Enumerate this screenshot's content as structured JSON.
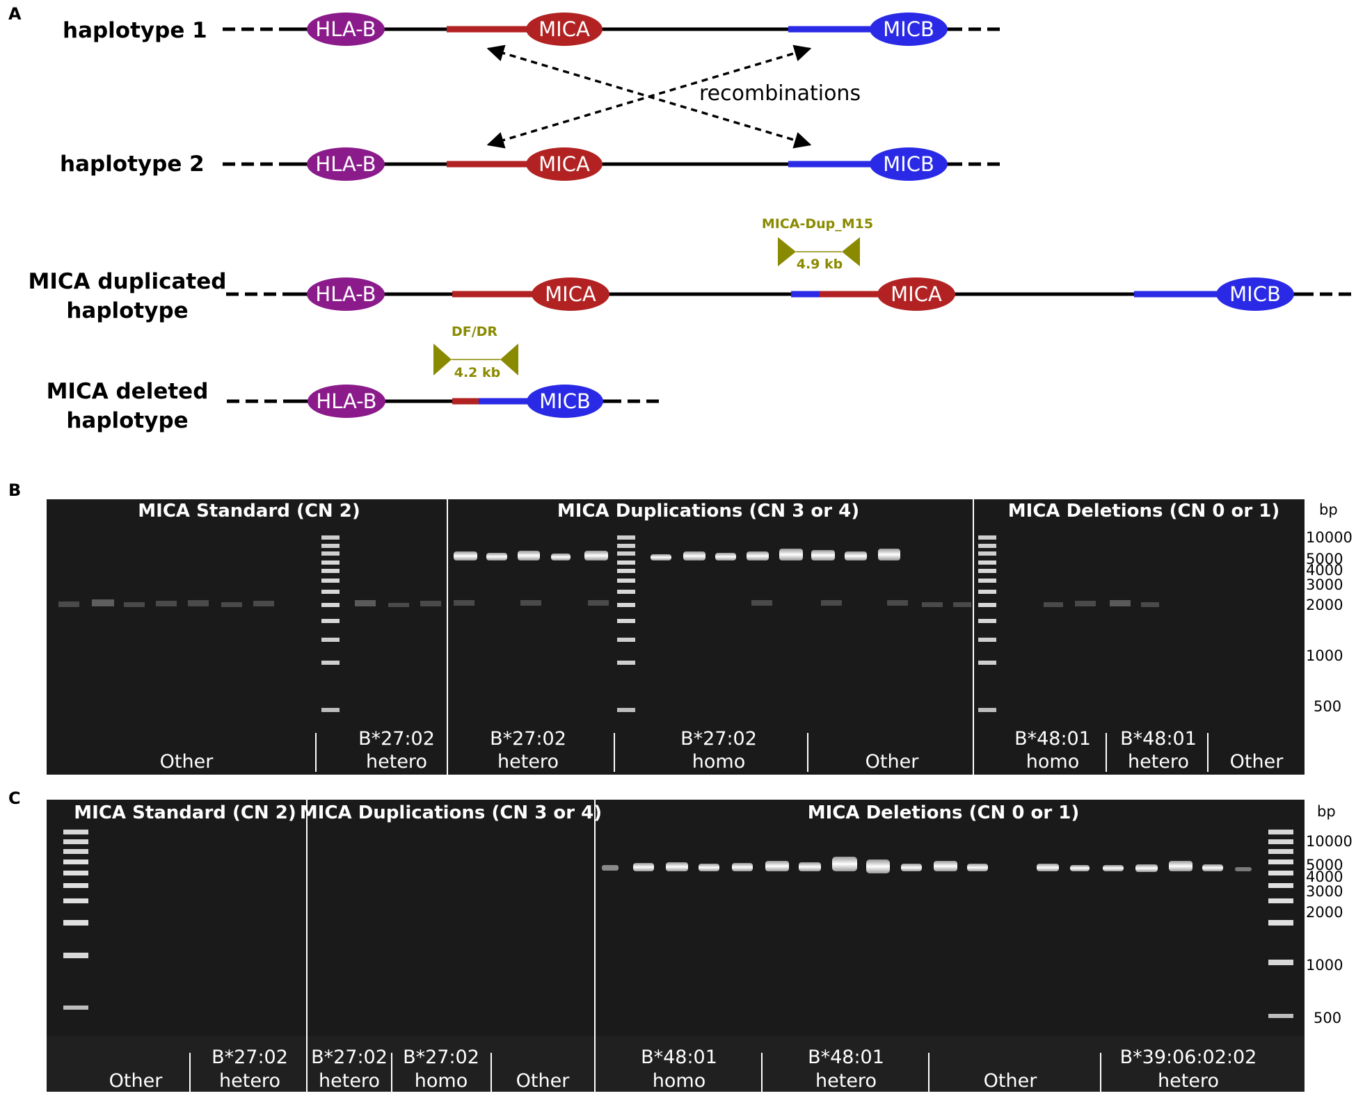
{
  "panel_a": {
    "panel_label": "A",
    "haplotype_1": "haplotype 1",
    "haplotype_2": "haplotype 2",
    "dup_hap_line1": "MICA duplicated",
    "dup_hap_line2": "haplotype",
    "del_hap_line1": "MICA deleted",
    "del_hap_line2": "haplotype",
    "gene_hla_b": "HLA-B",
    "gene_mica": "MICA",
    "gene_micb": "MICB",
    "recombinations": "recombinations",
    "primer_dup": "MICA-Dup_M15",
    "primer_dup_size": "4.9 kb",
    "primer_del": "DF/DR",
    "primer_del_size": "4.2 kb",
    "colors": {
      "hla_b": "#8b1a8b",
      "mica": "#b22222",
      "micb": "#2a2ae6",
      "primer": "#8a8a00"
    }
  },
  "panel_b": {
    "panel_label": "B",
    "header_standard": "MICA Standard (CN 2)",
    "header_dup": "MICA Duplications (CN 3 or 4)",
    "header_del": "MICA Deletions (CN 0 or 1)",
    "bp_unit": "bp",
    "bp_ticks": [
      "10000",
      "5000",
      "4000",
      "3000",
      "2000",
      "1000",
      "500"
    ],
    "groups": [
      {
        "line1": "",
        "line2": "Other"
      },
      {
        "line1": "B*27:02",
        "line2": "hetero"
      },
      {
        "line1": "B*27:02",
        "line2": "hetero"
      },
      {
        "line1": "B*27:02",
        "line2": "homo"
      },
      {
        "line1": "",
        "line2": "Other"
      },
      {
        "line1": "B*48:01",
        "line2": "homo"
      },
      {
        "line1": "B*48:01",
        "line2": "hetero"
      },
      {
        "line1": "",
        "line2": "Other"
      }
    ]
  },
  "panel_c": {
    "panel_label": "C",
    "header_standard": "MICA Standard (CN 2)",
    "header_dup": "MICA Duplications (CN 3 or 4)",
    "header_del": "MICA Deletions (CN 0 or 1)",
    "bp_unit": "bp",
    "bp_ticks": [
      "10000",
      "5000",
      "4000",
      "3000",
      "2000",
      "1000",
      "500"
    ],
    "groups": [
      {
        "line1": "",
        "line2": "Other"
      },
      {
        "line1": "B*27:02",
        "line2": "hetero"
      },
      {
        "line1": "B*27:02",
        "line2": "hetero"
      },
      {
        "line1": "B*27:02",
        "line2": "homo"
      },
      {
        "line1": "",
        "line2": "Other"
      },
      {
        "line1": "B*48:01",
        "line2": "homo"
      },
      {
        "line1": "B*48:01",
        "line2": "hetero"
      },
      {
        "line1": "",
        "line2": "Other"
      },
      {
        "line1": "B*39:06:02:02",
        "line2": "hetero"
      }
    ]
  }
}
